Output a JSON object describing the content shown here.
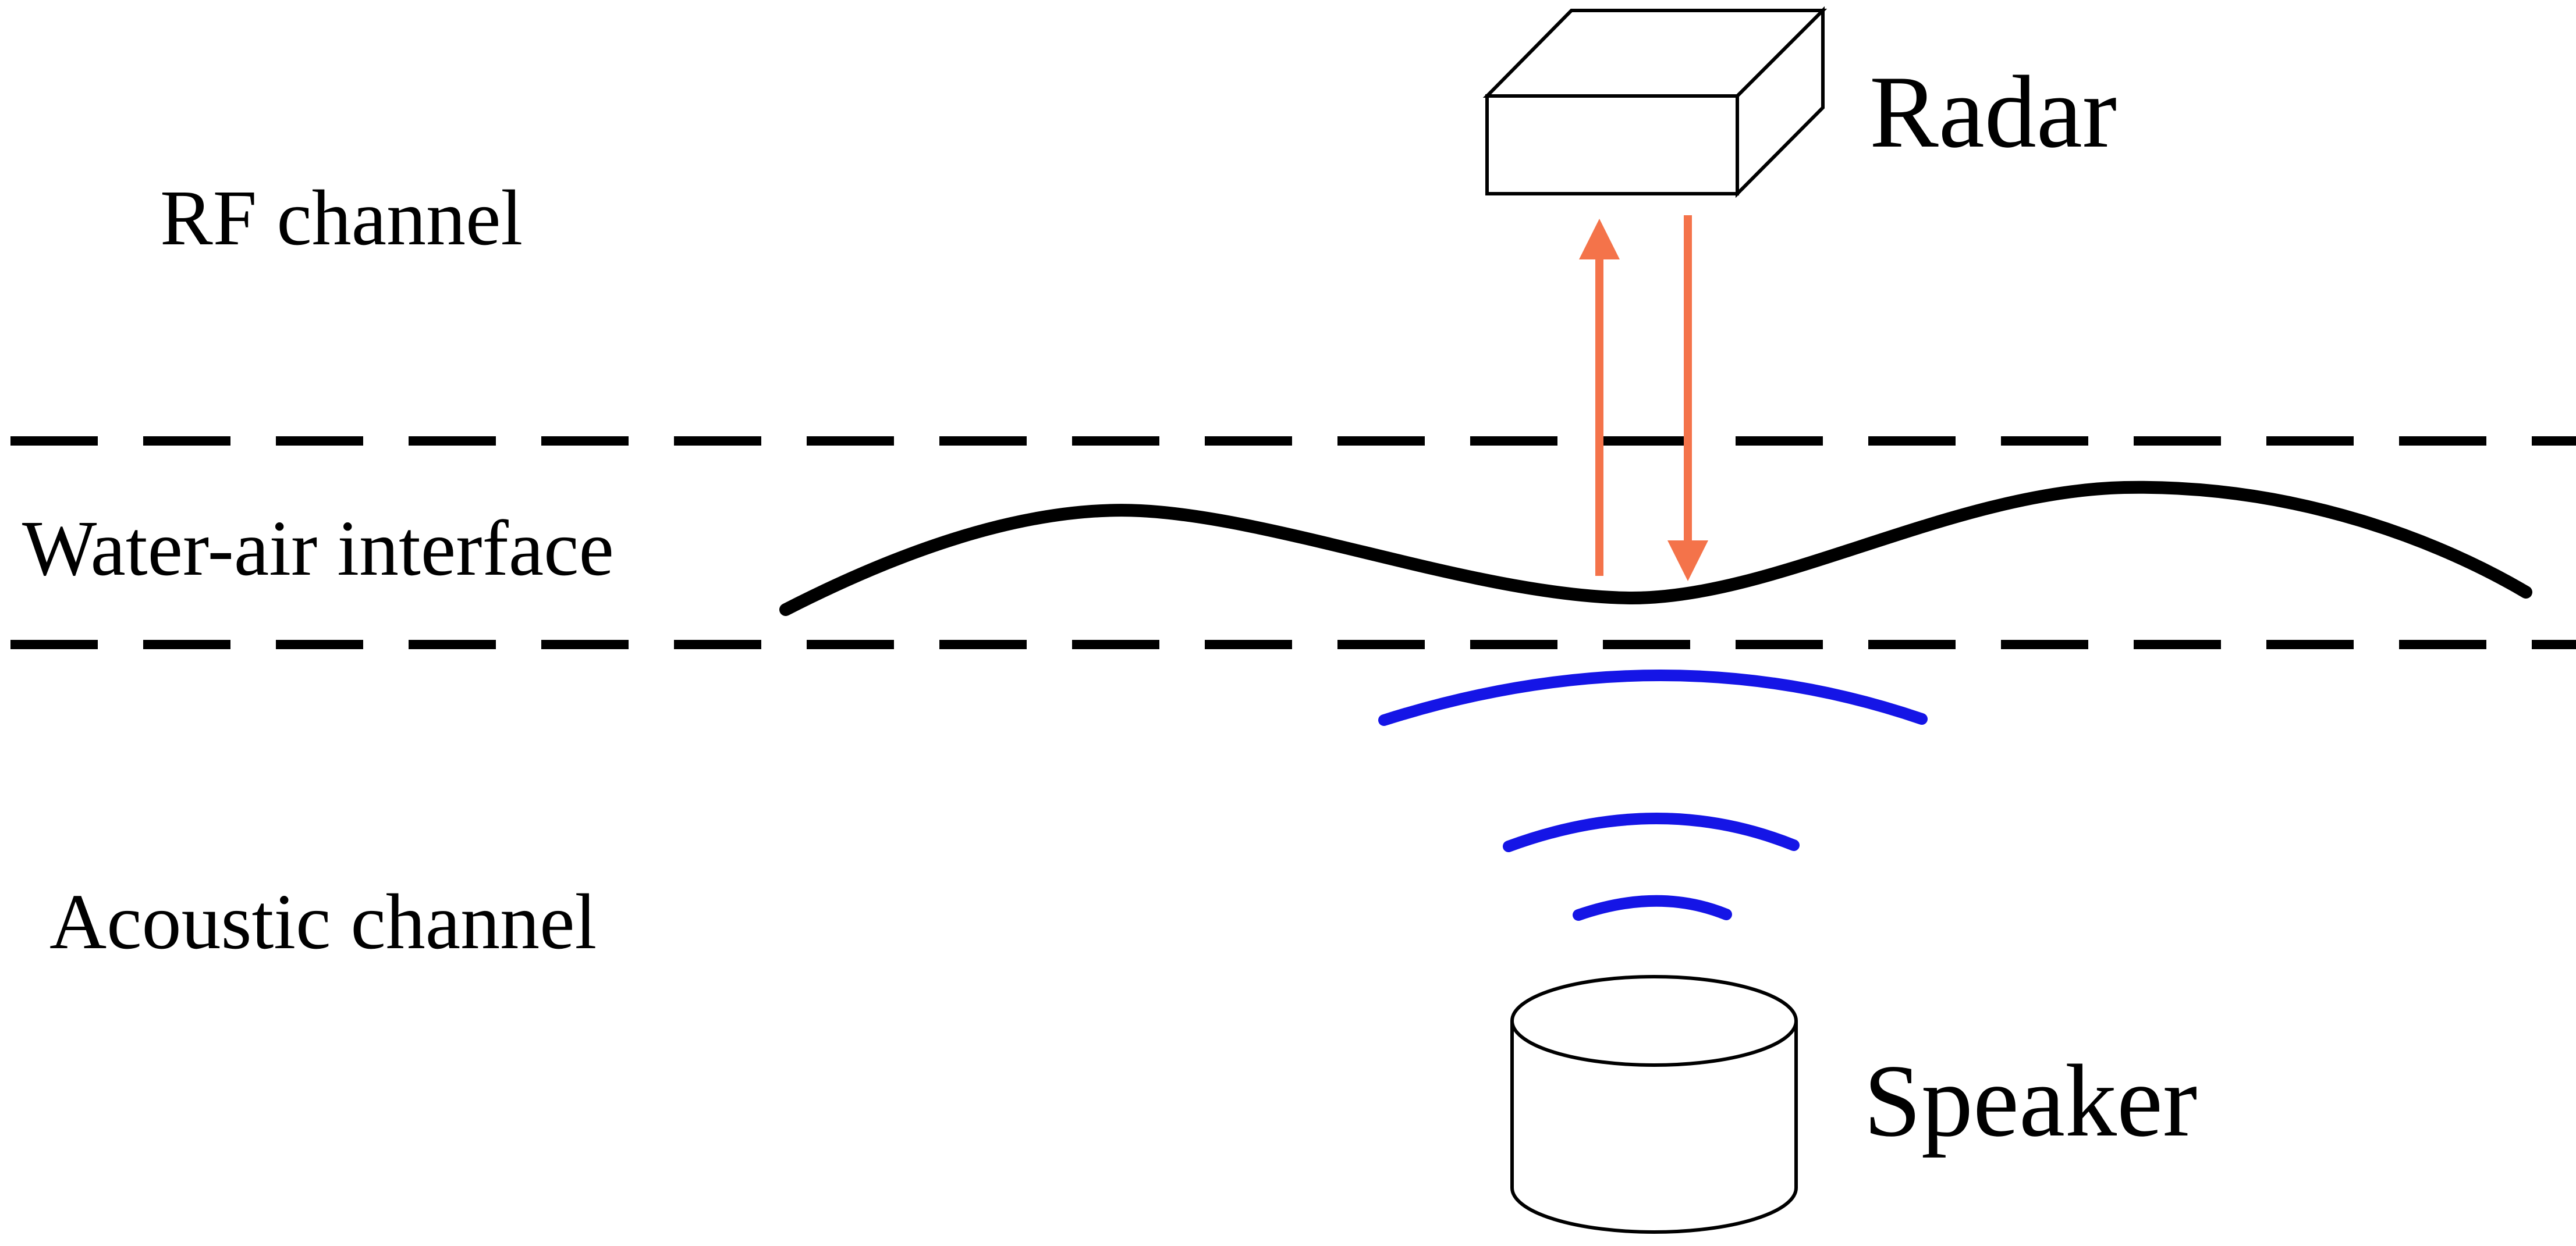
{
  "labels": {
    "rf_channel": "RF channel",
    "water_air_interface": "Water-air interface",
    "acoustic_channel": "Acoustic channel",
    "radar": "Radar",
    "speaker": "Speaker"
  },
  "colors": {
    "ink": "#000000",
    "rf_arrow": "#f4734a",
    "acoustic_wave": "#1515e6",
    "background": "#ffffff"
  }
}
